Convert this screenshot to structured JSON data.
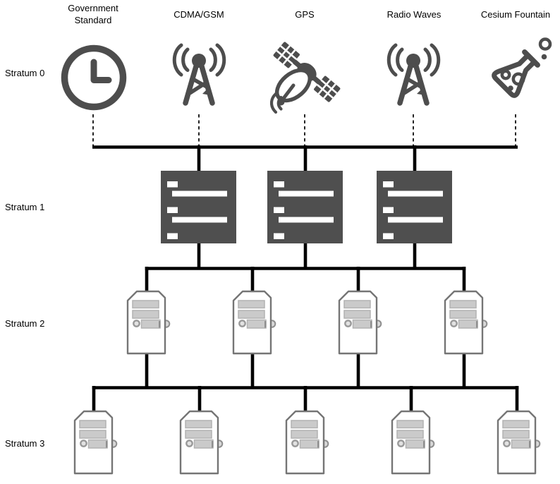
{
  "diagram": {
    "description": "NTP stratum hierarchy diagram",
    "background_color": "#ffffff",
    "line_color": "#000000",
    "icon_color": "#4d4d4d",
    "server_color": "#4f4f4f",
    "row_labels": [
      "Stratum 0",
      "Stratum 1",
      "Stratum 2",
      "Stratum 3"
    ],
    "stratum0": {
      "sources": [
        {
          "name": "Government Standard",
          "icon": "clock-icon"
        },
        {
          "name": "CDMA/GSM",
          "icon": "radio-tower-icon"
        },
        {
          "name": "GPS",
          "icon": "gps-satellite-icon"
        },
        {
          "name": "Radio Waves",
          "icon": "radio-tower-icon"
        },
        {
          "name": "Cesium Fountain",
          "icon": "flask-icon"
        }
      ]
    },
    "stratum1": {
      "node_count": 3,
      "node_type": "server-rack"
    },
    "stratum2": {
      "node_count": 4,
      "node_type": "desktop-tower"
    },
    "stratum3": {
      "node_count": 5,
      "node_type": "desktop-tower"
    }
  }
}
